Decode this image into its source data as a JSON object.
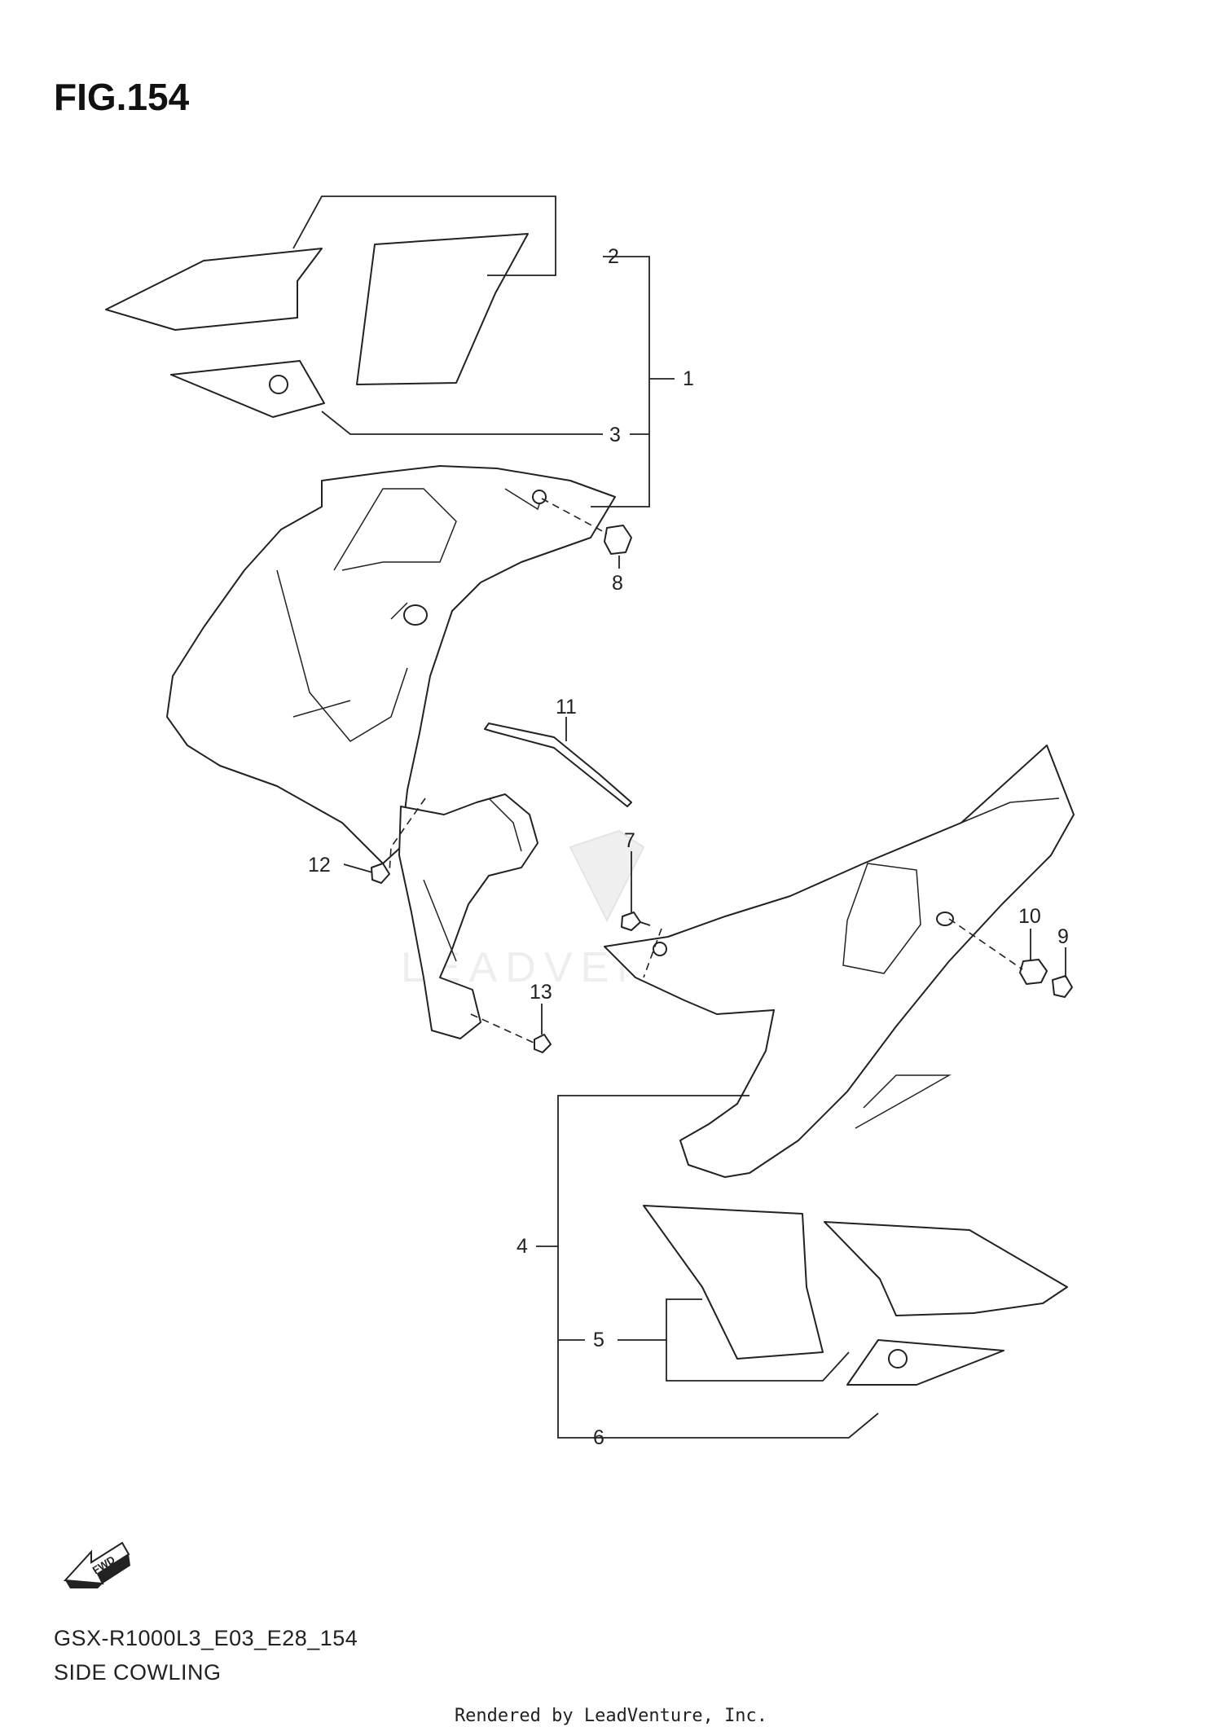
{
  "figure": {
    "title": "FIG.154",
    "model_code": "GSX-R1000L3_E03_E28_154",
    "name": "SIDE COWLING",
    "credit": "Rendered by LeadVenture, Inc.",
    "watermark": "LEADVENTURE",
    "direction_label": "FWD"
  },
  "callouts": [
    {
      "id": "1",
      "label": "1"
    },
    {
      "id": "2",
      "label": "2"
    },
    {
      "id": "3",
      "label": "3"
    },
    {
      "id": "4",
      "label": "4"
    },
    {
      "id": "5",
      "label": "5"
    },
    {
      "id": "6",
      "label": "6"
    },
    {
      "id": "7",
      "label": "7"
    },
    {
      "id": "8",
      "label": "8"
    },
    {
      "id": "9",
      "label": "9"
    },
    {
      "id": "10",
      "label": "10"
    },
    {
      "id": "11",
      "label": "11"
    },
    {
      "id": "12",
      "label": "12"
    },
    {
      "id": "13",
      "label": "13"
    }
  ],
  "colors": {
    "ink": "#222222",
    "watermark": "#eeeeee",
    "background": "#ffffff"
  }
}
